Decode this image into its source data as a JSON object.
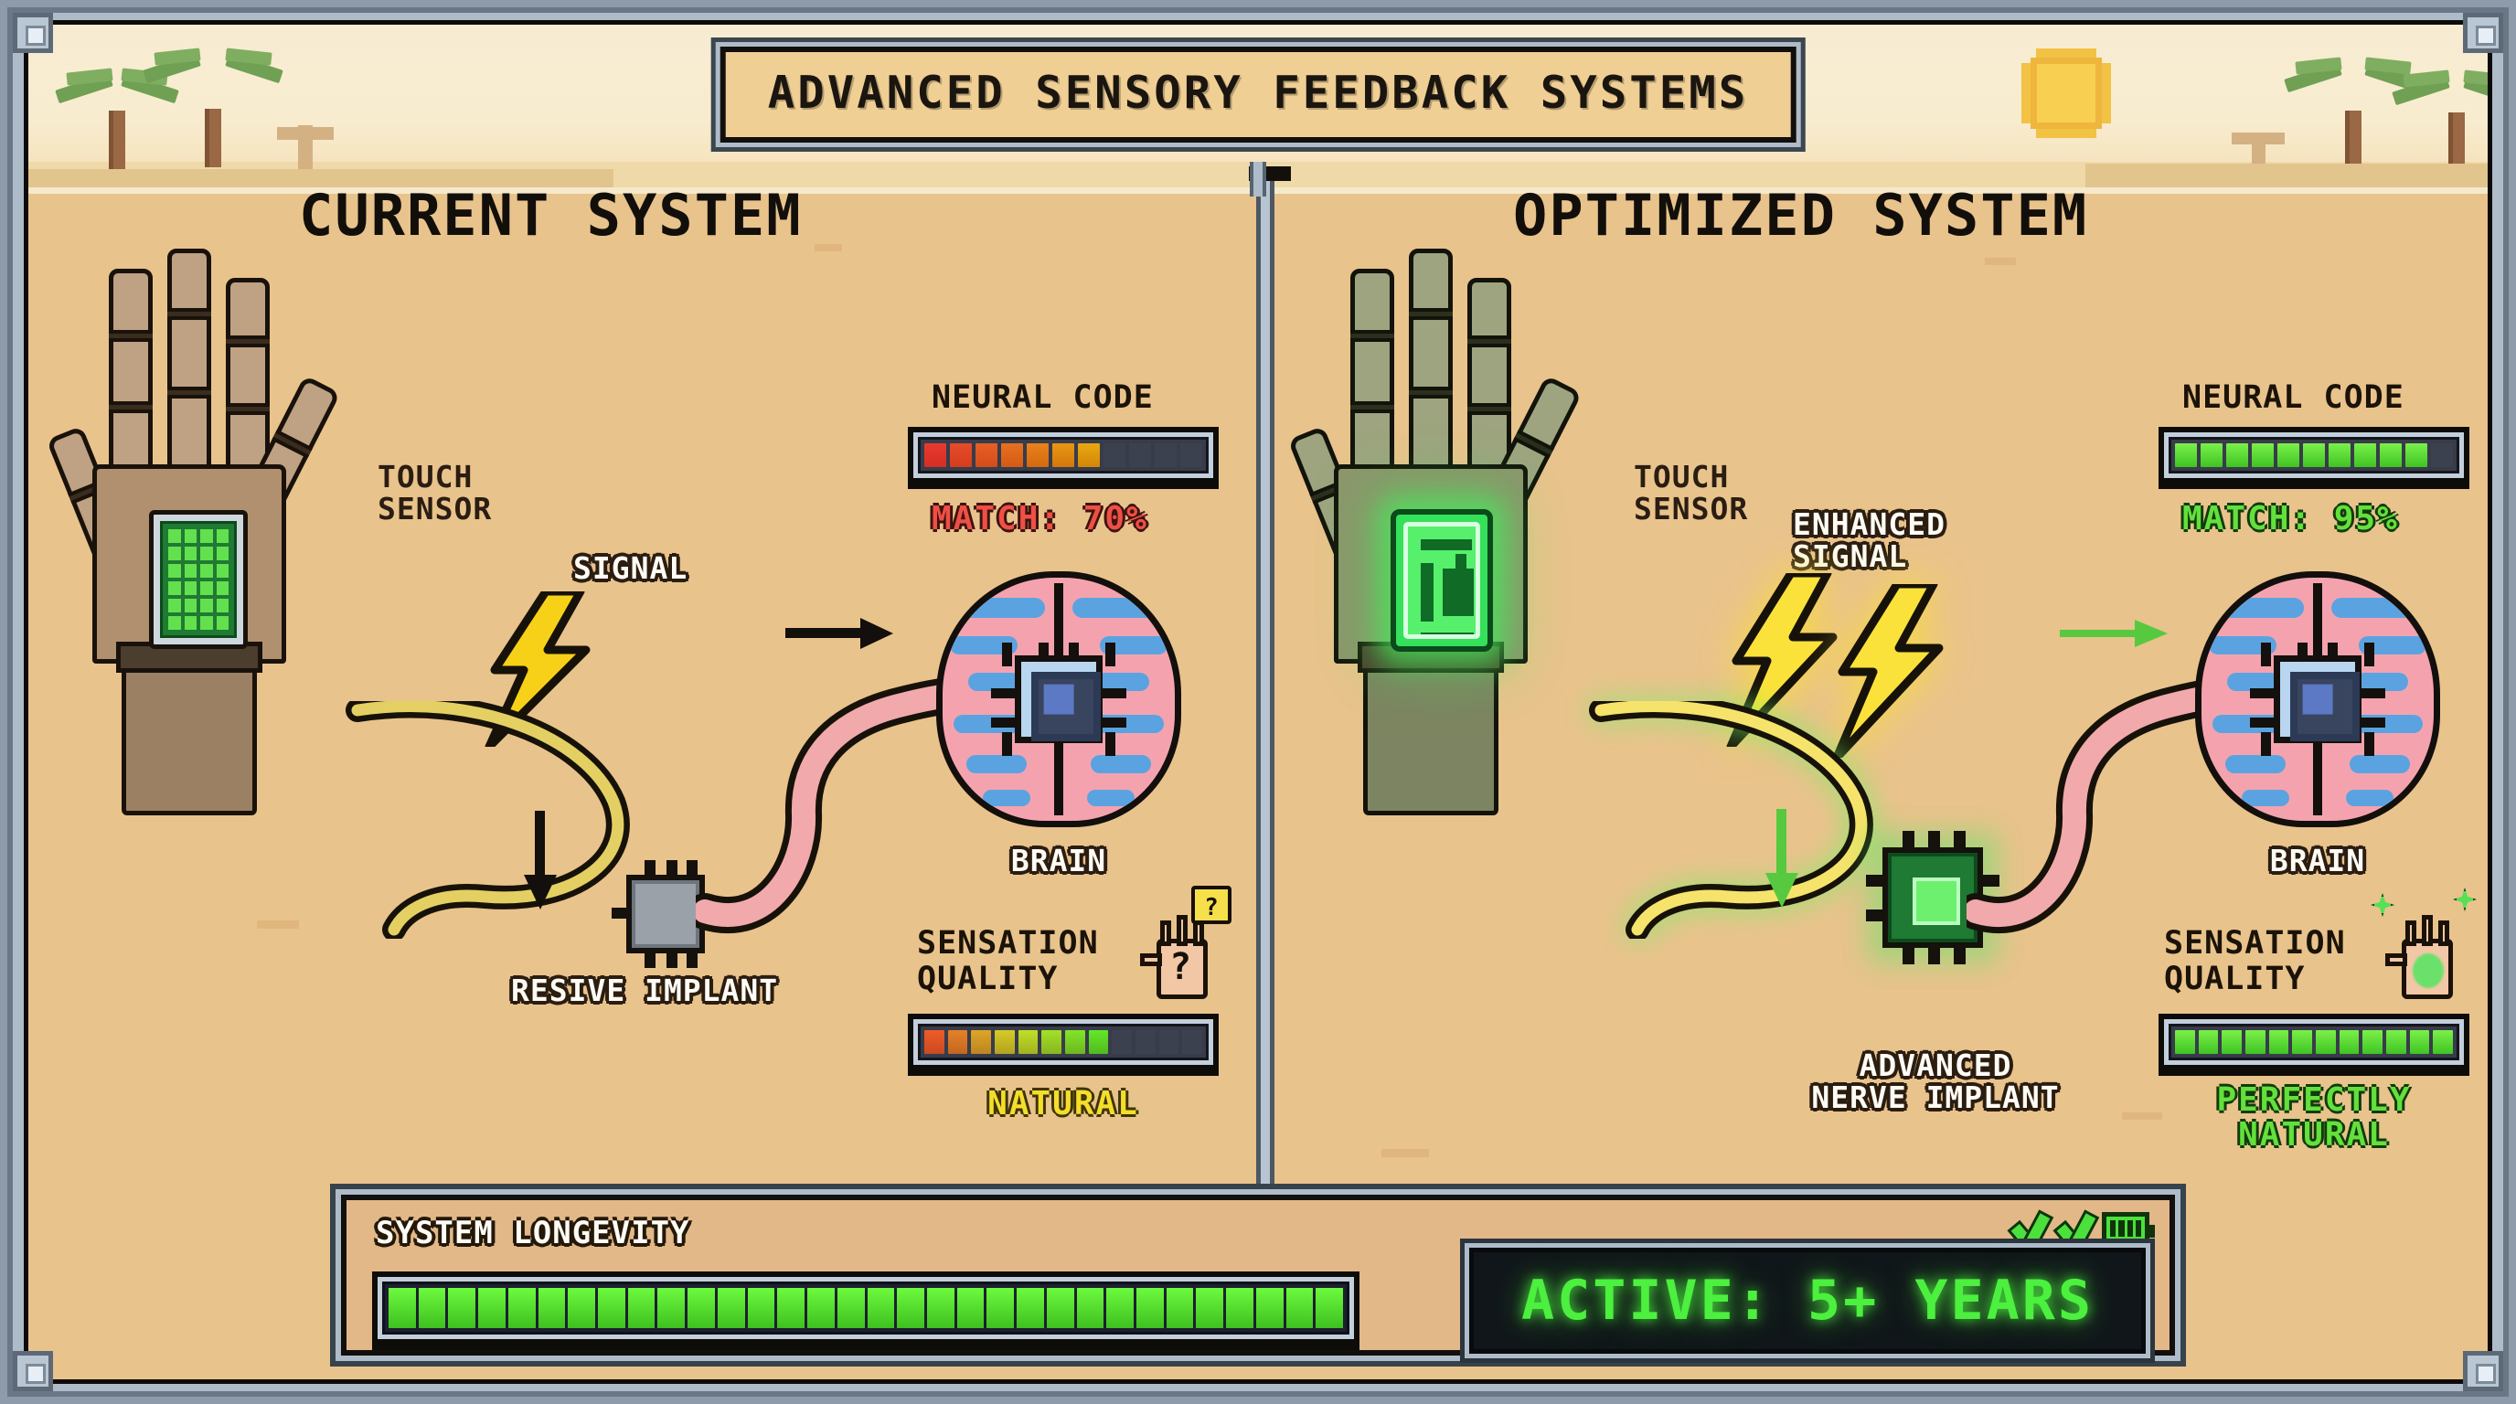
{
  "header": {
    "title": "ADVANCED SENSORY FEEDBACK SYSTEMS"
  },
  "columns": [
    {
      "id": "current",
      "heading": "CURRENT SYSTEM",
      "labels": {
        "touch_sensor": "TOUCH\nSENSOR",
        "signal": "SIGNAL",
        "implant": "RESIVE IMPLANT",
        "brain": "BRAIN"
      },
      "neural_code": {
        "title": "NEURAL CODE",
        "value_label": "MATCH: 70%",
        "percent": 70,
        "segments_total": 11,
        "segments_on": 7,
        "color": "#ef4f45"
      },
      "sensation_quality": {
        "title": "SENSATION\nQUALITY",
        "value_label": "NATURAL",
        "segments_total": 12,
        "segments_on": 8,
        "color": "#f5dd2c"
      },
      "hand_icon_glyph": "?"
    },
    {
      "id": "optimized",
      "heading": "OPTIMIZED SYSTEM",
      "labels": {
        "touch_sensor": "TOUCH\nSENSOR",
        "signal": "ENHANCED\nSIGNAL",
        "implant": "ADVANCED\nNERVE IMPLANT",
        "brain": "BRAIN"
      },
      "neural_code": {
        "title": "NEURAL CODE",
        "value_label": "MATCH: 95%",
        "percent": 95,
        "segments_total": 11,
        "segments_on": 10,
        "color": "#63e03c"
      },
      "sensation_quality": {
        "title": "SENSATION\nQUALITY",
        "value_label": "PERFECTLY\nNATURAL",
        "segments_total": 12,
        "segments_on": 12,
        "color": "#63e03c"
      }
    }
  ],
  "footer": {
    "label": "SYSTEM LONGEVITY",
    "bar_segments_total": 32,
    "bar_segments_on": 32,
    "status_text": "ACTIVE: 5+ YEARS",
    "icons": [
      "check-icon",
      "check-icon",
      "battery-icon"
    ]
  },
  "colors": {
    "frame": "#aebcca",
    "panel_bg": "#e9c38c",
    "sky": "#f7ecd2",
    "ink": "#120f0c",
    "accent_green": "#4ce03c",
    "accent_red": "#ef4f45",
    "accent_yellow": "#f5dd2c",
    "brain_pink": "#f4a3ae",
    "brain_blue": "#5ba3e0",
    "nerve_pink": "#f1a9ac"
  }
}
